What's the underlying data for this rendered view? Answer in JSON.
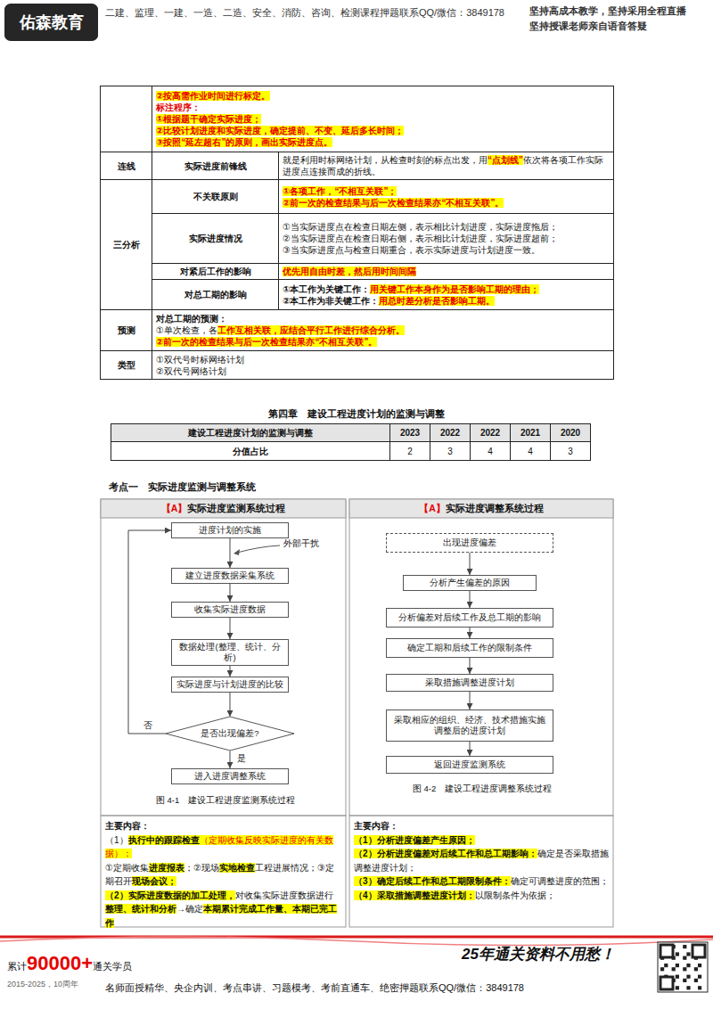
{
  "diagram": {
    "title": "第四章　建设工程进度计划的监测与调整",
    "nodes": [
      {
        "text": [
          "进度计划的实施"
        ]
      },
      {
        "text": [
          "建立进度数据采集系统"
        ]
      },
      {
        "text": [
          "收集实际进度数据"
        ]
      },
      {
        "text": [
          "数据处理(整理、统计、分析)"
        ]
      },
      {
        "text": [
          "实际进度与计划进度的比较"
        ]
      },
      {
        "text": [
          "是否出现偏差?"
        ]
      },
      {
        "text": [
          "进入进度调整系统"
        ]
      },
      {
        "text": [
          "出现进度偏差"
        ]
      },
      {
        "text": [
          "分析产生偏差的原因"
        ]
      },
      {
        "text": [
          "分析偏差对后续工作及总工期的影响"
        ]
      },
      {
        "text": [
          "确定工期和后续工作的限制条件"
        ]
      },
      {
        "text": [
          "采取措施调整进度计划"
        ]
      },
      {
        "text": [
          "采取相应的组织、经济、技术措施实施调整后的进度计划"
        ]
      },
      {
        "text": [
          "返回进度监测系统"
        ]
      }
    ],
    "edges": [
      {
        "from": 0,
        "to": 1,
        "arrow": "to"
      },
      {
        "from": 1,
        "to": 2,
        "arrow": "to"
      },
      {
        "from": 2,
        "to": 3,
        "arrow": "to"
      },
      {
        "from": 3,
        "to": 4,
        "arrow": "to"
      },
      {
        "from": 4,
        "to": 5,
        "arrow": "to"
      },
      {
        "from": 5,
        "to": 6,
        "label": "是",
        "arrow": "to"
      },
      {
        "from": 5,
        "to": 0,
        "label": "否",
        "arrow": "to"
      },
      {
        "from": 7,
        "to": 8,
        "arrow": "to"
      },
      {
        "from": 8,
        "to": 9,
        "arrow": "to"
      },
      {
        "from": 9,
        "to": 10,
        "arrow": "to"
      },
      {
        "from": 10,
        "to": 11,
        "arrow": "to"
      },
      {
        "from": 11,
        "to": 12,
        "arrow": "to"
      },
      {
        "from": 12,
        "to": 13,
        "arrow": "to"
      }
    ],
    "labels": [
      "二建、监理、一建、一造、二造、安全、消防、咨询、检测课程押题联系QQ/微信：3849178",
      "坚持高成本教学，坚持采用全程直播",
      "坚持授课老师亲自语音答疑",
      "佑森教育",
      "②按高需作业时间进行标定。",
      "标注程序：",
      "①根据题干确定实际进度；",
      "②比较计划进度和实际进度，确定提前、不变、延后多长时间；",
      "③按照“延左超右”的原则，画出实际进度点。",
      "连线",
      "实际进度前锋线",
      "就是利用时标网络计划，从检查时刻的标点出发，用",
      "“点划线”",
      "依次将各项工作实际进度点连接而成的折线。",
      "三分析",
      "不关联原则",
      "①各项工作，“不相互关联”；",
      "②前一次的检查结果与后一次检查结果亦“不相互关联”。",
      "实际进度情况",
      "①当实际进度点在检查日期左侧，表示相比计划进度，实际进度拖后；",
      "②当实际进度点在检查日期右侧，表示相比计划进度，实际进度超前；",
      "③当实际进度点与检查日期重合，表示实际进度与计划进度一致。",
      "对紧后工作的影响",
      "优先用自由时差，然后用时间间隔",
      "对总工期的影响",
      "①本工作为关键工作：",
      "用关键工作本身作为是否影响工期的理由；",
      "②本工作为非关键工作：",
      "用总时差分析是否影响工期。",
      "预测",
      "对总工期的预测：",
      "①单次检查，各",
      "工作互相关联，应结合平行工作进行综合分析。",
      "②前一次的检查结果与后一次检查结果亦“不相互关联”。",
      "类型",
      "①双代号时标网络计划",
      "②双代号网络计划",
      "建设工程进度计划的监测与调整",
      "2023",
      "2022",
      "2022",
      "2021",
      "2020",
      "分值占比",
      "2",
      "3",
      "4",
      "4",
      "3",
      "考点一　实际进度监测与调整系统",
      "【A】",
      "实际进度监测系统过程",
      "【A】",
      "实际进度调整系统过程",
      "外部干扰",
      "图 4-1　建设工程进度监测系统过程",
      "图 4-2　建设工程进度调整系统过程",
      "主要内容：",
      "（1）",
      "执行中的跟踪检查",
      "（定期收集反映实际进度的有关数据）：",
      "①定期收集",
      "进度报表",
      "；②现场",
      "实地检查",
      "工程进展情况；③定期召开",
      "现场会议；",
      "（2）实际进度数据的加工处理，",
      "对收集实际进度数据进行",
      "整理、统计和分析",
      "→确定",
      "本期累计完成工作量、本期已完工作",
      "主要内容：",
      "（1）分析进度偏差产生原因；",
      "（2）分析进度偏差对后续工作和总工期影响：",
      "确定是否采取措施调整进度计划；",
      "（3）确定后续工作和总工期限制条件：",
      "确定可调整进度的范围；",
      "（4）采取措施调整进度计划：",
      "以限制条件为依据；",
      "累计",
      "90000+",
      "通关学员",
      "2015-2025，10周年",
      "名师面授精华、央企内训、考点串讲、习题模考、考前直通车、绝密押题联系QQ/微信：3849178",
      "25年通关资料不用愁！"
    ]
  }
}
